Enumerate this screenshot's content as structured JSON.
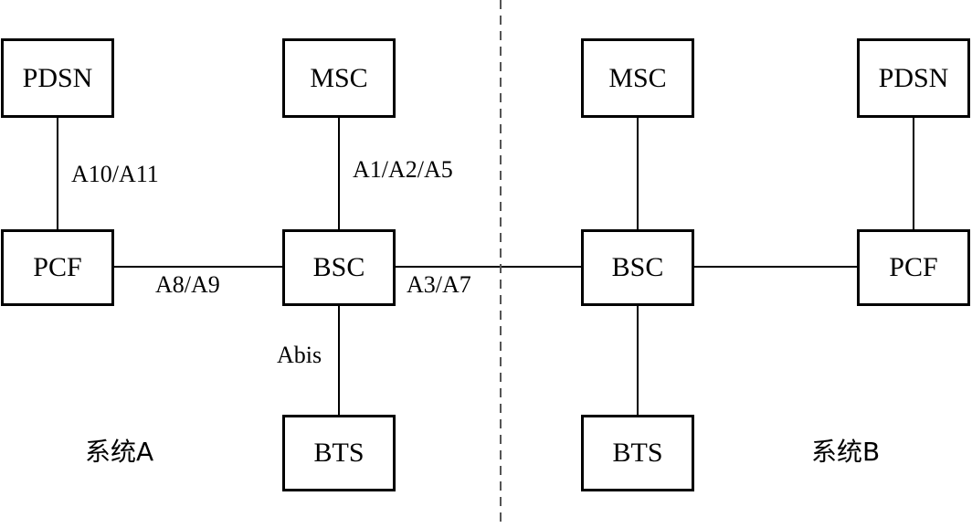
{
  "nodes": {
    "pdsn_a": "PDSN",
    "msc_a": "MSC",
    "pcf_a": "PCF",
    "bsc_a": "BSC",
    "bts_a": "BTS",
    "msc_b": "MSC",
    "pdsn_b": "PDSN",
    "bsc_b": "BSC",
    "pcf_b": "PCF",
    "bts_b": "BTS"
  },
  "links": {
    "pdsn_pcf": "A10/A11",
    "msc_bsc": "A1/A2/A5",
    "pcf_bsc": "A8/A9",
    "bsc_bsc": "A3/A7",
    "bsc_bts": "Abis"
  },
  "systems": {
    "a": "系统A",
    "b": "系统B"
  }
}
